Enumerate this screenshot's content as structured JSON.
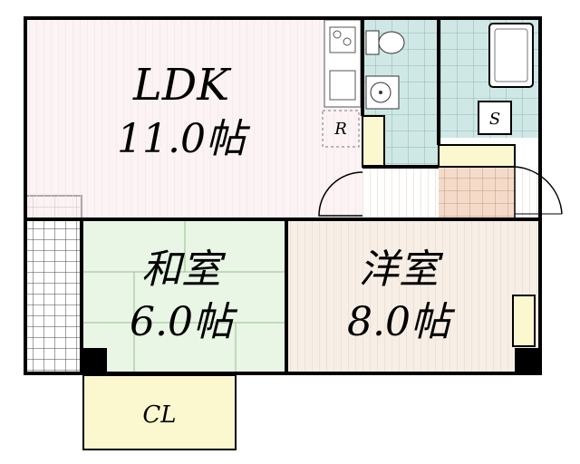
{
  "rooms": {
    "ldk": {
      "name": "LDK",
      "size": "11.0帖"
    },
    "washitsu": {
      "name": "和室",
      "size": "6.0帖"
    },
    "youshitsu": {
      "name": "洋室",
      "size": "8.0帖"
    },
    "closet": {
      "name": "CL"
    }
  },
  "marks": {
    "refrigerator": "R",
    "storage": "S"
  },
  "colors": {
    "ldk": "#fbeef0",
    "washitsu": "#e9f5e5",
    "youshitsu": "#f7efe6",
    "closet": "#fbf8cf",
    "wet_area": "#cfe8e6",
    "entrance": "#f4dbc9",
    "wall": "#000000"
  }
}
